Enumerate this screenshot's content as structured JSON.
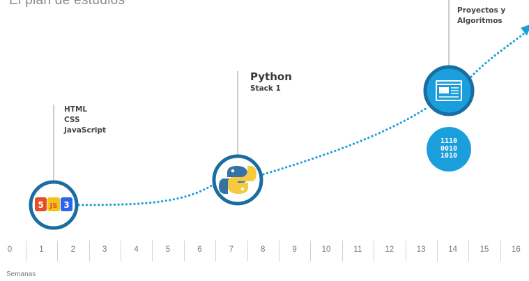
{
  "title": "El plan de estudios",
  "stages": {
    "web": {
      "lines": [
        "HTML",
        "CSS",
        "JavaScript"
      ],
      "icon": "html-css-js-icon"
    },
    "python": {
      "title": "Python",
      "subtitle": "Stack 1",
      "icon": "python-icon"
    },
    "projects": {
      "lines": [
        "Proyectos y",
        "Algoritmos"
      ],
      "icon": "browser-window-icon"
    }
  },
  "binary": [
    "1110",
    "0010",
    "1010"
  ],
  "axis": {
    "label": "Semanas",
    "ticks": [
      "0",
      "1",
      "2",
      "3",
      "4",
      "5",
      "6",
      "7",
      "8",
      "9",
      "10",
      "11",
      "12",
      "13",
      "14",
      "15",
      "16"
    ]
  },
  "colors": {
    "accent": "#1a9fdc",
    "ring": "#1a6da0",
    "python_blue": "#3772a4",
    "python_yellow": "#f7c93e",
    "html_orange": "#e44d26",
    "js_yellow": "#f0c419",
    "css_blue": "#2965f1"
  }
}
